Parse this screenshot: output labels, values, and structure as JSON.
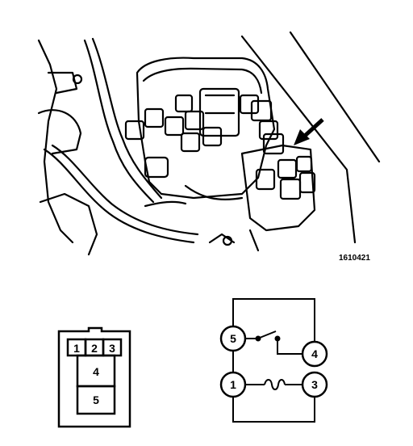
{
  "figure_code": "1610421",
  "relay_connector": {
    "terminals": [
      "1",
      "2",
      "3",
      "4",
      "5"
    ]
  },
  "relay_schematic": {
    "terminals": [
      "5",
      "4",
      "1",
      "3"
    ]
  },
  "colors": {
    "ink": "#000000",
    "paper": "#ffffff"
  }
}
